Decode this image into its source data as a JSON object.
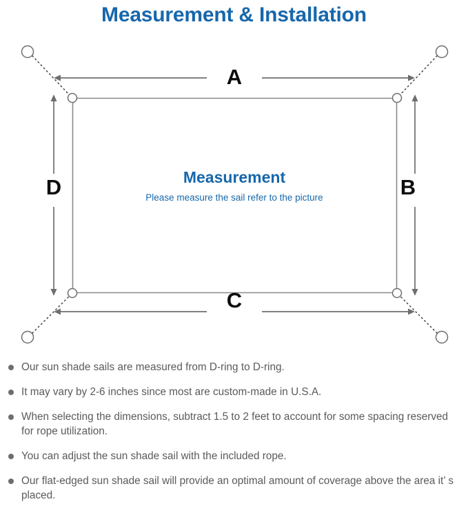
{
  "page": {
    "title": "Measurement & Installation",
    "title_color": "#1767ab"
  },
  "diagram": {
    "center_heading": "Measurement",
    "center_subtext": "Please measure the sail refer to the picture",
    "center_text_color": "#1767ab",
    "line_color": "#6e6e6e",
    "sail_border_color": "#8a8a8a",
    "dimension_labels": {
      "top": "A",
      "right": "B",
      "bottom": "C",
      "left": "D"
    },
    "anchor_points": [
      {
        "name": "top-left-anchor"
      },
      {
        "name": "top-right-anchor"
      },
      {
        "name": "bottom-left-anchor"
      },
      {
        "name": "bottom-right-anchor"
      }
    ],
    "d_rings": [
      {
        "name": "top-left-d-ring"
      },
      {
        "name": "top-right-d-ring"
      },
      {
        "name": "bottom-left-d-ring"
      },
      {
        "name": "bottom-right-d-ring"
      }
    ]
  },
  "notes": {
    "bullet_color": "#6e6e6e",
    "text_color": "#5a5a5a",
    "items": [
      "Our sun shade sails are measured from D-ring to D-ring.",
      "It may vary by 2-6 inches since most are custom-made in U.S.A.",
      "When selecting the dimensions, subtract 1.5 to 2 feet to account for some spacing reserved for rope utilization.",
      "You can adjust the sun shade sail with the included rope.",
      "Our flat-edged sun shade sail will provide an optimal amount of coverage above the area it’ s placed."
    ]
  }
}
